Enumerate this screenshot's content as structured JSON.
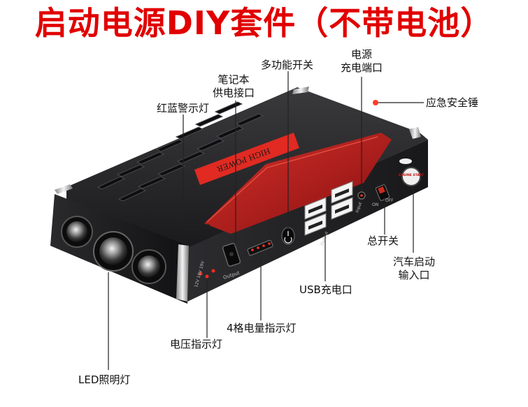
{
  "title": "启动电源DIY套件（不带电池）",
  "device": {
    "brand_text": "HIGH POWER",
    "engine_start_text": "ENGINE START",
    "on_text": "ON",
    "off_text": "OFF",
    "output_text": "Output",
    "input_text": "Input"
  },
  "labels": {
    "multi_switch": "多功能开关",
    "power_charge_port_line1": "电源",
    "power_charge_port_line2": "充电端口",
    "laptop_port_line1": "笔记本",
    "laptop_port_line2": "供电接口",
    "warning_light": "红蓝警示灯",
    "emergency_hammer": "应急安全锤",
    "main_switch": "总开关",
    "car_start_line1": "汽车启动",
    "car_start_line2": "输入口",
    "usb_port": "USB充电口",
    "battery_indicator": "4格电量指示灯",
    "voltage_light": "电压指示灯",
    "led_light": "LED照明灯"
  },
  "colors": {
    "title": "#e10000",
    "body": "#1c1c1e",
    "red_panel": "#c01818",
    "leader_line": "#222222"
  }
}
